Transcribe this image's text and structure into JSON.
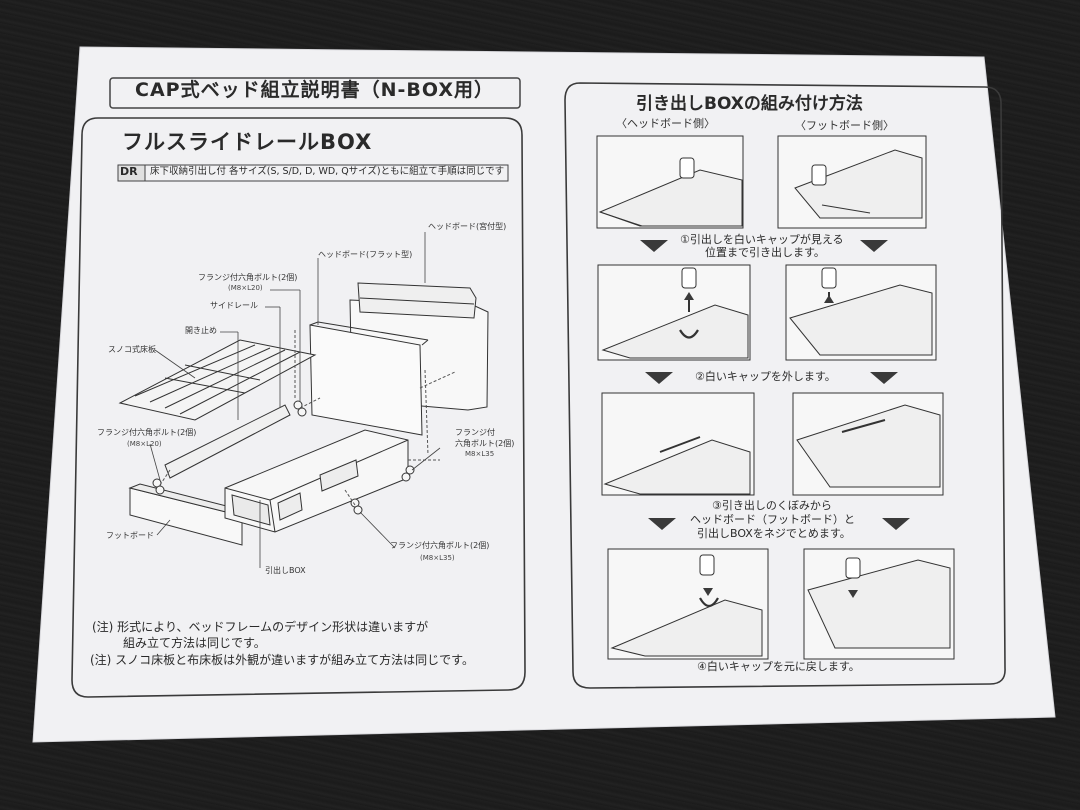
{
  "document": {
    "title": "CAP式ベッド組立説明書（N-BOX用）",
    "left_panel": {
      "heading": "フルスライドレールBOX",
      "badge": "DR",
      "subtitle": "床下収納引出し付 各サイズ(S, S/D, D, WD, Qサイズ)ともに組立て手順は同じです",
      "callouts": {
        "headboard_miyadai": "ヘッドボード(宮付型)",
        "headboard_flat": "ヘッドボード(フラット型)",
        "bolt_top": "フランジ付六角ボルト(2個)",
        "bolt_top_size": "(M8×L20)",
        "side_rail": "サイドレール",
        "stopper": "開き止め",
        "slat_board": "スノコ式床板",
        "bolt_left": "フランジ付六角ボルト(2個)",
        "bolt_left_size": "(M8×L20)",
        "bolt_right_1": "フランジ付",
        "bolt_right_2": "六角ボルト(2個)",
        "bolt_right_size": "M8×L35",
        "footboard": "フットボード",
        "drawer_box": "引出しBOX",
        "bolt_bottom": "フランジ付六角ボルト(2個)",
        "bolt_bottom_size": "(M8×L35)"
      },
      "notes": [
        "(注) 形式により、ベッドフレームのデザイン形状は違いますが",
        "組み立て方法は同じです。",
        "(注) スノコ床板と布床板は外観が違いますが組み立て方法は同じです。"
      ]
    },
    "right_panel": {
      "heading": "引き出しBOXの組み付け方法",
      "side_head": "〈ヘッドボード側〉",
      "side_foot": "〈フットボード側〉",
      "steps": [
        [
          "①引出しを白いキャップが見える",
          "位置まで引き出します。"
        ],
        [
          "②白いキャップを外します。"
        ],
        [
          "③引き出しのくぼみから",
          "ヘッドボード（フットボード）と",
          "引出しBOXをネジでとめます。"
        ],
        [
          "④白いキャップを元に戻します。"
        ]
      ]
    }
  },
  "colors": {
    "paper": "#f2f2f4",
    "ink": "#2a2a2a",
    "table": "#1c1c1c"
  }
}
